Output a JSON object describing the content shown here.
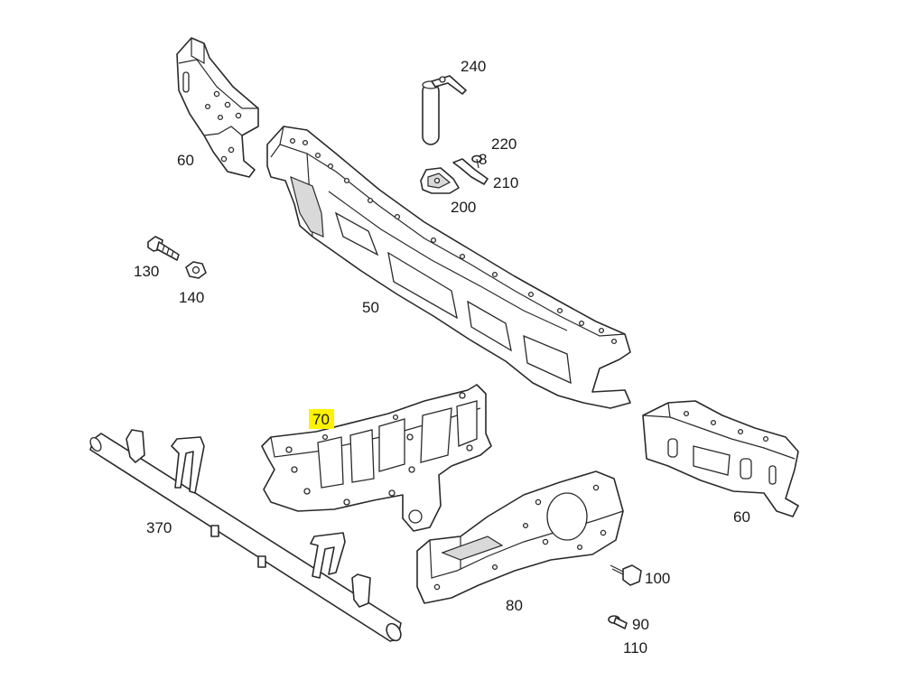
{
  "diagram": {
    "highlight_color": "#fff200",
    "callouts": [
      {
        "id": "240",
        "label": "240"
      },
      {
        "id": "220",
        "label": "220"
      },
      {
        "id": "8",
        "label": "8"
      },
      {
        "id": "210",
        "label": "210"
      },
      {
        "id": "200",
        "label": "200"
      },
      {
        "id": "60-top",
        "label": "60"
      },
      {
        "id": "130",
        "label": "130"
      },
      {
        "id": "140",
        "label": "140"
      },
      {
        "id": "50",
        "label": "50"
      },
      {
        "id": "70",
        "label": "70",
        "highlighted": true
      },
      {
        "id": "60-right",
        "label": "60"
      },
      {
        "id": "370",
        "label": "370"
      },
      {
        "id": "100",
        "label": "100"
      },
      {
        "id": "80",
        "label": "80"
      },
      {
        "id": "90",
        "label": "90"
      },
      {
        "id": "110",
        "label": "110"
      }
    ]
  }
}
